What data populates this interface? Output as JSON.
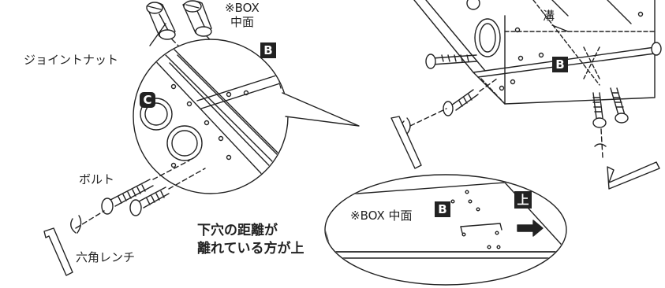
{
  "labels": {
    "joint_nut": "ジョイントナット",
    "box_mid": "※BOX",
    "box_mid_2": "中面",
    "groove": "溝",
    "bolt": "ボルト",
    "hex_wrench": "六角レンチ",
    "box_mid_detail": "※BOX 中面",
    "note_line1": "下穴の距離が",
    "note_line2": "離れている方が上"
  },
  "badges": {
    "b1": "B",
    "b2": "B",
    "b3": "B",
    "c": "C",
    "up": "上"
  },
  "colors": {
    "ink": "#222222",
    "panel_fill": "#ffffff"
  }
}
